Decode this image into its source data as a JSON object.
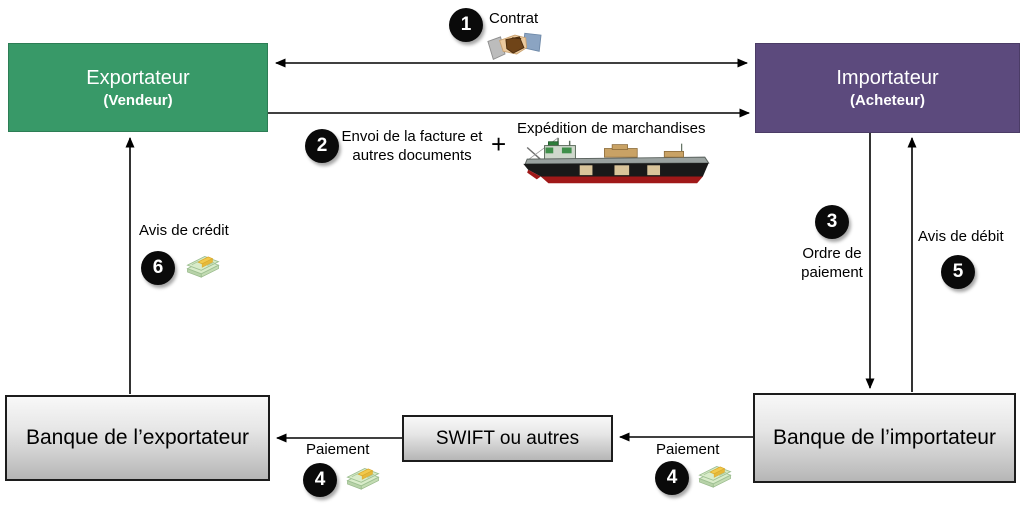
{
  "colors": {
    "exporter_green": "#389968",
    "importer_purple": "#5C4A7D",
    "badge_black": "#0A0A0A",
    "money_green": "#D5EAC6",
    "money_gold": "#F2C94C",
    "ship_hull_red": "#A01818",
    "arrow_black": "#000000"
  },
  "nodes": {
    "exportateur": {
      "line1": "Exportateur",
      "line2": "(Vendeur)"
    },
    "importateur": {
      "line1": "Importateur",
      "line2": "(Acheteur)"
    },
    "banque_exportateur": {
      "label": "Banque de l’exportateur"
    },
    "swift": {
      "label": "SWIFT ou autres"
    },
    "banque_importateur": {
      "label": "Banque de l’importateur"
    }
  },
  "steps": {
    "s1": {
      "number": "1",
      "label": "Contrat",
      "icon": "handshake-icon"
    },
    "s2": {
      "number": "2",
      "line1": "Envoi de la facture et",
      "line2": "autres documents",
      "plus": "+",
      "shipping_label": "Expédition de marchandises",
      "icon": "cargo-ship-icon"
    },
    "s3": {
      "number": "3",
      "line1": "Ordre de",
      "line2": "paiement"
    },
    "s4_left": {
      "number": "4",
      "label": "Paiement",
      "icon": "money-icon"
    },
    "s4_right": {
      "number": "4",
      "label": "Paiement",
      "icon": "money-icon"
    },
    "s5": {
      "number": "5",
      "label": "Avis de débit"
    },
    "s6": {
      "number": "6",
      "label": "Avis de crédit",
      "icon": "money-icon"
    }
  }
}
